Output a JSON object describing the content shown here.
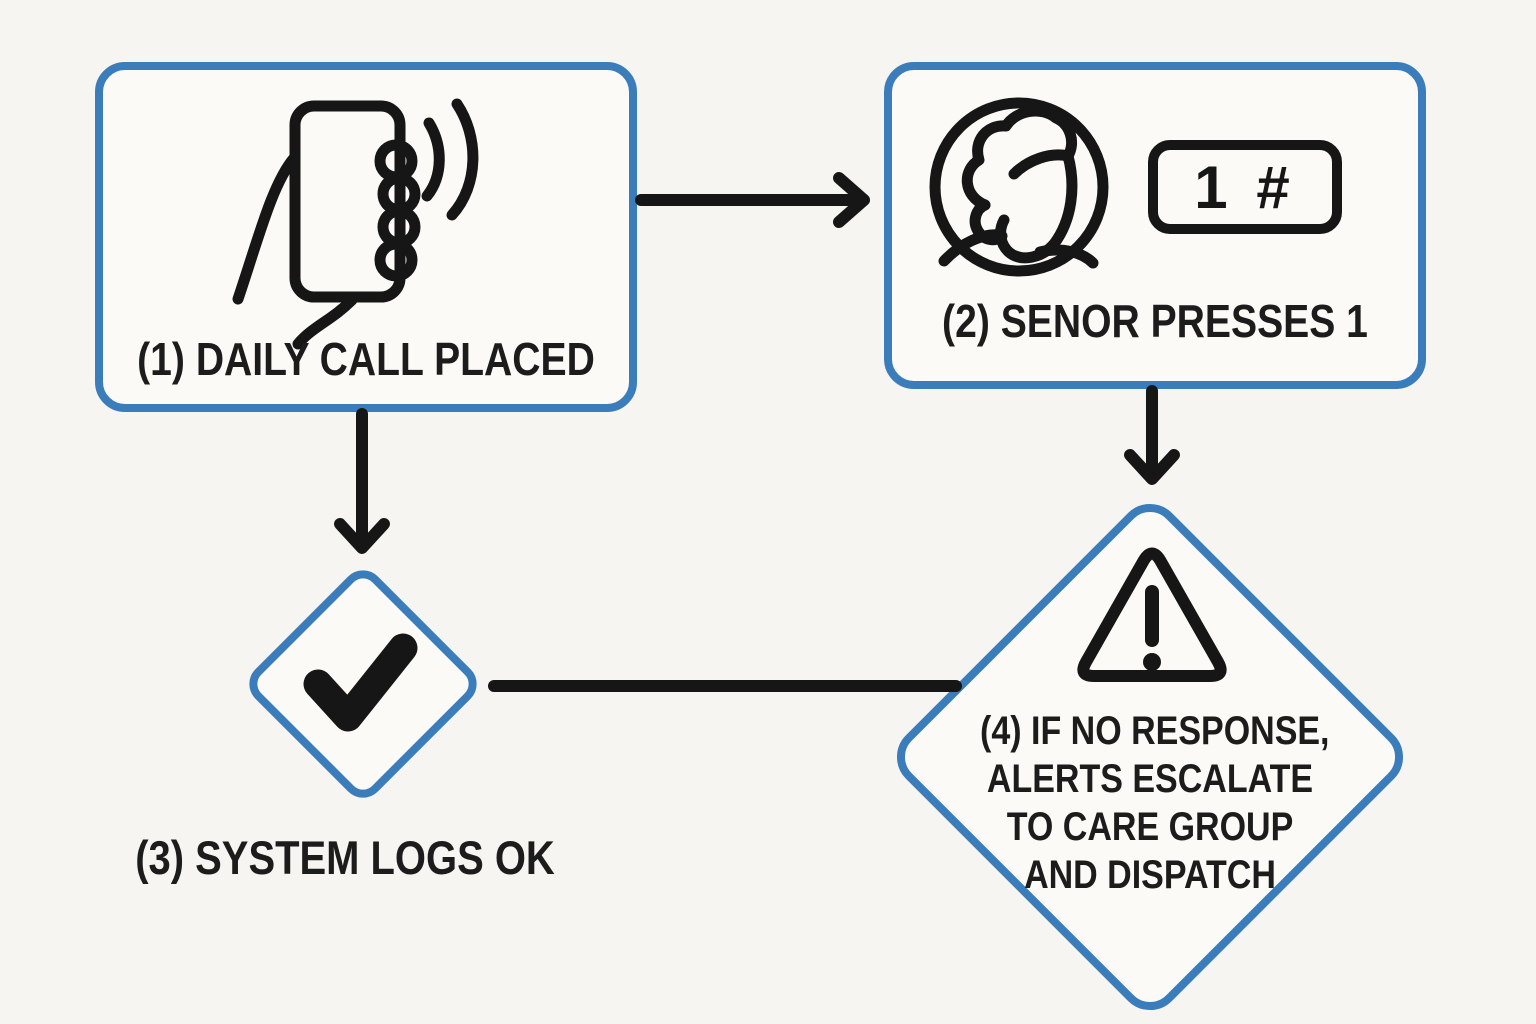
{
  "theme": {
    "bg": "#f6f5f1",
    "node-fill": "#fbfaf7",
    "accent": "#3a7dba",
    "ink": "#161616",
    "text": "#1c1c1c"
  },
  "flowchart": {
    "step1": {
      "label": "(1) DAILY CALL PLACED",
      "icon": "phone-call-icon",
      "shape": "rounded-rectangle"
    },
    "step2": {
      "label": "(2) SENOR PRESSES 1",
      "avatar_icon": "person-avatar-icon",
      "keypad_icon": "keypad-button-icon",
      "keypad_label": "1 #",
      "shape": "rounded-rectangle"
    },
    "step3": {
      "label": "(3) SYSTEM LOGS OK",
      "icon": "checkmark-icon",
      "shape": "diamond"
    },
    "step4": {
      "lines": [
        "(4) IF NO RESPONSE,",
        "ALERTS ESCALATE",
        "TO CARE GROUP",
        "AND DISPATCH"
      ],
      "icon": "warning-icon",
      "shape": "diamond"
    },
    "connectors": [
      {
        "from": "step1",
        "to": "step2",
        "type": "arrow-right"
      },
      {
        "from": "step1",
        "to": "step3",
        "type": "arrow-down"
      },
      {
        "from": "step2",
        "to": "step4",
        "type": "arrow-down"
      },
      {
        "from": "step3",
        "to": "step4",
        "type": "plain-line"
      }
    ]
  }
}
